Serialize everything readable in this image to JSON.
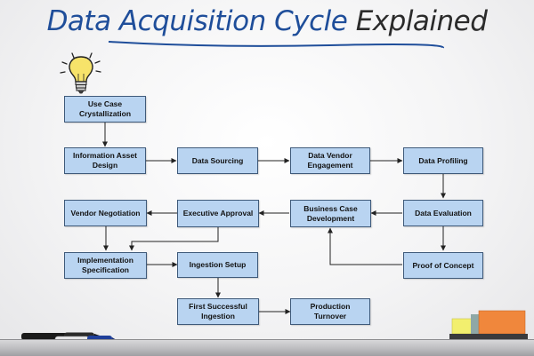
{
  "title": {
    "part1": "Data Acquisition Cycle",
    "part2": "Explained"
  },
  "nodes": {
    "use_case": "Use Case Crystallization",
    "info_asset": "Information Asset Design",
    "data_sourcing": "Data Sourcing",
    "vendor_engagement": "Data Vendor Engagement",
    "data_profiling": "Data Profiling",
    "vendor_negotiation": "Vendor Negotiation",
    "executive_approval": "Executive Approval",
    "business_case": "Business Case Development",
    "data_evaluation": "Data Evaluation",
    "implementation_spec": "Implementation Specification",
    "ingestion_setup": "Ingestion Setup",
    "proof_of_concept": "Proof of Concept",
    "first_ingestion": "First Successful Ingestion",
    "production_turnover": "Production Turnover"
  },
  "colors": {
    "box_fill": "#b9d4f1",
    "box_border": "#3f5a7a",
    "title_blue": "#1f4e9a",
    "title_dark": "#2b2b2b",
    "bulb_yellow": "#f7e36a"
  },
  "icons": {
    "bulb": "lightbulb-icon"
  }
}
